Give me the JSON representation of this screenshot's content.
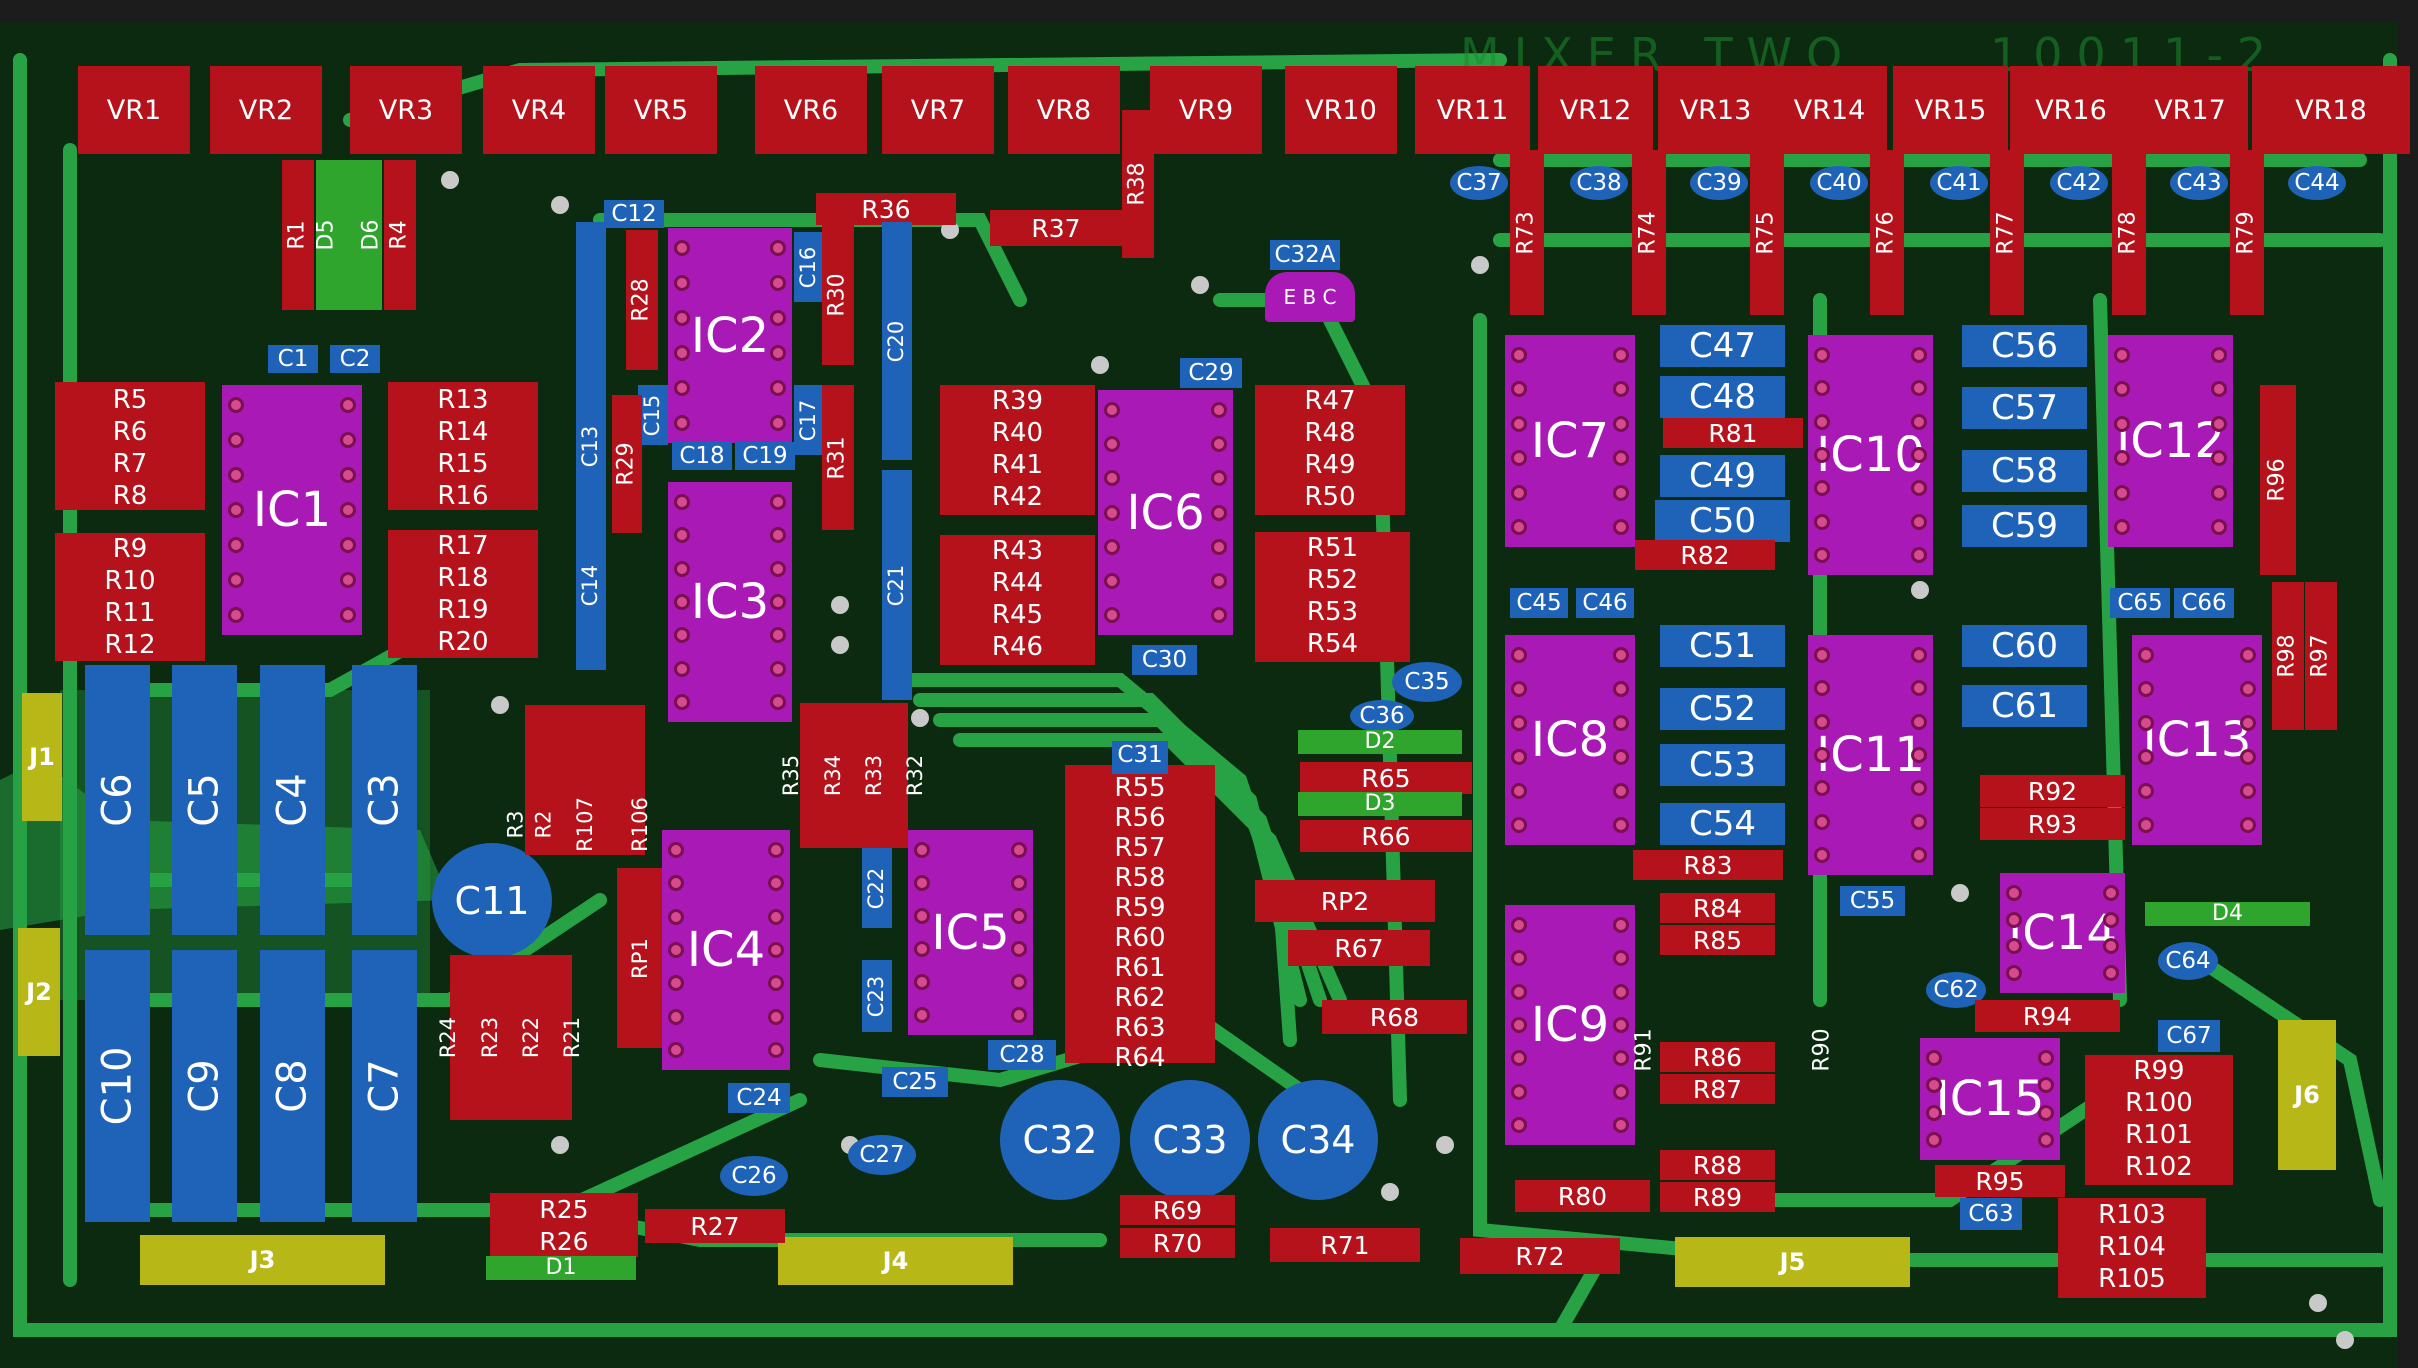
{
  "silkscreen": {
    "title": "MIXER TWO",
    "code": "10011-2"
  },
  "colors": {
    "board_bg": "#0b2a10",
    "trace": "#27a345",
    "resistor": "#b5121b",
    "ic": "#a819b6",
    "capacitor": "#1f63b8",
    "diode": "#2fa52e",
    "connector": "#b7b818"
  },
  "pots": [
    "VR1",
    "VR2",
    "VR3",
    "VR4",
    "VR5",
    "VR6",
    "VR7",
    "VR8",
    "VR9",
    "VR10",
    "VR11",
    "VR12",
    "VR13",
    "VR14",
    "VR15",
    "VR16",
    "VR17",
    "VR18"
  ],
  "ics": [
    "IC1",
    "IC2",
    "IC3",
    "IC4",
    "IC5",
    "IC6",
    "IC7",
    "IC8",
    "IC9",
    "IC10",
    "IC11",
    "IC12",
    "IC13",
    "IC14",
    "IC15"
  ],
  "connectors": [
    "J1",
    "J2",
    "J3",
    "J4",
    "J5",
    "J6"
  ],
  "diodes": [
    "D1",
    "D2",
    "D3",
    "D4",
    "D5",
    "D6"
  ],
  "capacitors": {
    "C1": "C1",
    "C2": "C2",
    "C3": "C3",
    "C4": "C4",
    "C5": "C5",
    "C6": "C6",
    "C7": "C7",
    "C8": "C8",
    "C9": "C9",
    "C10": "C10",
    "C11": "C11",
    "C12": "C12",
    "C13": "C13",
    "C14": "C14",
    "C15": "C15",
    "C16": "C16",
    "C17": "C17",
    "C18": "C18",
    "C19": "C19",
    "C20": "C20",
    "C21": "C21",
    "C22": "C22",
    "C23": "C23",
    "C24": "C24",
    "C25": "C25",
    "C26": "C26",
    "C27": "C27",
    "C28": "C28",
    "C29": "C29",
    "C30": "C30",
    "C31": "C31",
    "C32": "C32",
    "C32A": "C32A",
    "C33": "C33",
    "C34": "C34",
    "C35": "C35",
    "C36": "C36",
    "C37": "C37",
    "C38": "C38",
    "C39": "C39",
    "C40": "C40",
    "C41": "C41",
    "C42": "C42",
    "C43": "C43",
    "C44": "C44",
    "C45": "C45",
    "C46": "C46",
    "C47": "C47",
    "C48": "C48",
    "C49": "C49",
    "C50": "C50",
    "C51": "C51",
    "C52": "C52",
    "C53": "C53",
    "C54": "C54",
    "C55": "C55",
    "C56": "C56",
    "C57": "C57",
    "C58": "C58",
    "C59": "C59",
    "C60": "C60",
    "C61": "C61",
    "C62": "C62",
    "C63": "C63",
    "C64": "C64",
    "C65": "C65",
    "C66": "C66",
    "C67": "C67"
  },
  "transistor_pins": "E B C",
  "resistors": {
    "R1": "R1",
    "R4": "R4",
    "R5": "R5",
    "R6": "R6",
    "R7": "R7",
    "R8": "R8",
    "R9": "R9",
    "R10": "R10",
    "R11": "R11",
    "R12": "R12",
    "R13": "R13",
    "R14": "R14",
    "R15": "R15",
    "R16": "R16",
    "R17": "R17",
    "R18": "R18",
    "R19": "R19",
    "R20": "R20",
    "R28": "R28",
    "R29": "R29",
    "R30": "R30",
    "R31": "R31",
    "R36": "R36",
    "R37": "R37",
    "R38": "R38",
    "R39": "R39",
    "R40": "R40",
    "R41": "R41",
    "R42": "R42",
    "R43": "R43",
    "R44": "R44",
    "R45": "R45",
    "R46": "R46",
    "R47": "R47",
    "R48": "R48",
    "R49": "R49",
    "R50": "R50",
    "R51": "R51",
    "R52": "R52",
    "R53": "R53",
    "R54": "R54",
    "R65": "R65",
    "R66": "R66",
    "R67": "R67",
    "R68": "R68",
    "R69": "R69",
    "R70": "R70",
    "R71": "R71",
    "R72": "R72",
    "R73": "R73",
    "R74": "R74",
    "R75": "R75",
    "R76": "R76",
    "R77": "R77",
    "R78": "R78",
    "R79": "R79",
    "R80": "R80",
    "R81": "R81",
    "R82": "R82",
    "R83": "R83",
    "R84": "R84",
    "R85": "R85",
    "R86": "R86",
    "R87": "R87",
    "R88": "R88",
    "R89": "R89",
    "R90": "R90",
    "R91": "R91",
    "R92": "R92",
    "R93": "R93",
    "R94": "R94",
    "R95": "R95",
    "R96": "R96",
    "R97": "R97",
    "R98": "R98",
    "R25": "R25",
    "R26": "R26",
    "R27": "R27"
  },
  "resistor_stacks": {
    "r3_r106": [
      "R3",
      "R2",
      "R107",
      "R106"
    ],
    "r35_r32": [
      "R35",
      "R34",
      "R33",
      "R32"
    ],
    "r24_r21": [
      "R24",
      "R23",
      "R22",
      "R21"
    ],
    "rp1": "RP1",
    "rp2": "RP2",
    "r55_r64": [
      "C31",
      "R55",
      "R56",
      "R57",
      "R58",
      "R59",
      "R60",
      "R61",
      "R62",
      "R63",
      "R64"
    ],
    "r99_r102": [
      "R99",
      "R100",
      "R101",
      "R102"
    ],
    "r103_r105": [
      "R103",
      "R104",
      "R105"
    ]
  }
}
